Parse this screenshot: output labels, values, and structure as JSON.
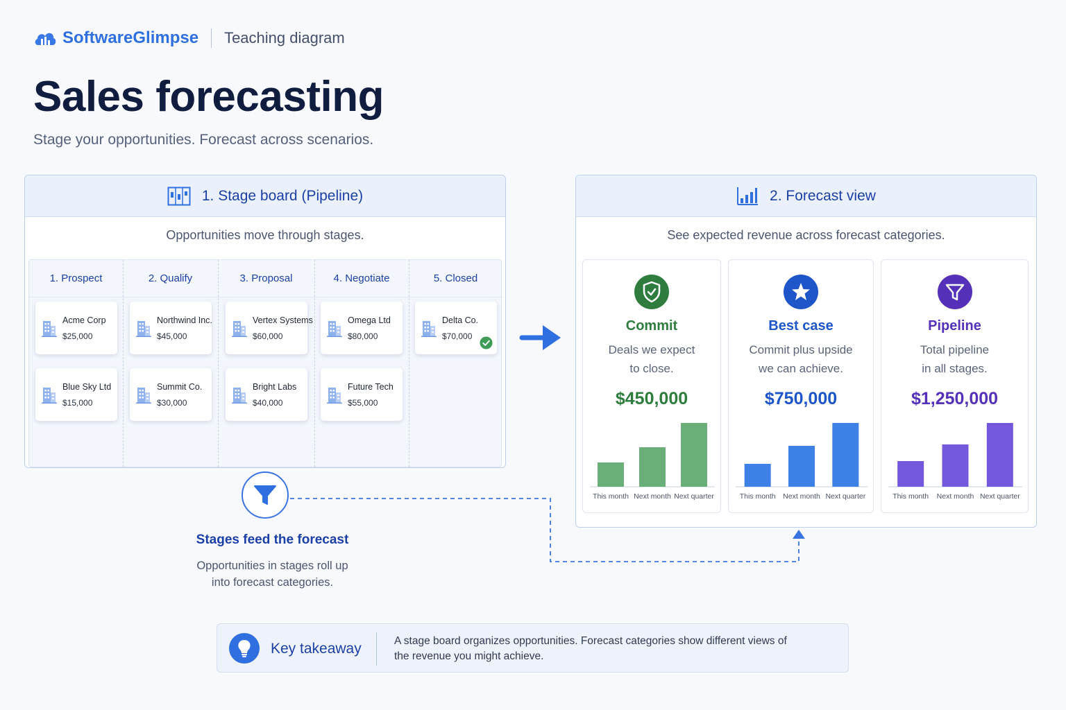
{
  "header": {
    "brand": "SoftwareGlimpse",
    "tag": "Teaching diagram",
    "title": "Sales forecasting",
    "subtitle": "Stage your opportunities. Forecast across scenarios."
  },
  "stage_board": {
    "title": "1. Stage board (Pipeline)",
    "description": "Opportunities move through stages.",
    "icon": "kanban-board-icon",
    "columns": [
      {
        "label": "1. Prospect",
        "cards": [
          {
            "name": "Acme Corp",
            "amount": "$25,000"
          },
          {
            "name": "Blue Sky Ltd",
            "amount": "$15,000"
          }
        ]
      },
      {
        "label": "2. Qualify",
        "cards": [
          {
            "name": "Northwind Inc.",
            "amount": "$45,000"
          },
          {
            "name": "Summit Co.",
            "amount": "$30,000"
          }
        ]
      },
      {
        "label": "3. Proposal",
        "cards": [
          {
            "name": "Vertex Systems",
            "amount": "$60,000"
          },
          {
            "name": "Bright Labs",
            "amount": "$40,000"
          }
        ]
      },
      {
        "label": "4. Negotiate",
        "cards": [
          {
            "name": "Omega Ltd",
            "amount": "$80,000"
          },
          {
            "name": "Future Tech",
            "amount": "$55,000"
          }
        ]
      },
      {
        "label": "5. Closed",
        "cards": [
          {
            "name": "Delta Co.",
            "amount": "$70,000",
            "won": true
          }
        ]
      }
    ]
  },
  "forecast": {
    "title": "2. Forecast view",
    "description": "See expected revenue across forecast categories.",
    "icon": "bar-chart-icon",
    "categories": [
      {
        "name": "Commit",
        "desc_line1": "Deals we expect",
        "desc_line2": "to close.",
        "value": "$450,000",
        "color": "#2e7d3e",
        "bar_color": "#6aaf78",
        "icon": "shield-check-icon"
      },
      {
        "name": "Best case",
        "desc_line1": "Commit plus upside",
        "desc_line2": "we can achieve.",
        "value": "$750,000",
        "color": "#1e55c9",
        "bar_color": "#3d80e6",
        "icon": "star-icon"
      },
      {
        "name": "Pipeline",
        "desc_line1": "Total pipeline",
        "desc_line2": "in all stages.",
        "value": "$1,250,000",
        "color": "#5431b8",
        "bar_color": "#7358dd",
        "icon": "funnel-icon"
      }
    ]
  },
  "chart_data": [
    {
      "type": "bar",
      "categories": [
        "This month",
        "Next month",
        "Next quarter"
      ],
      "values": [
        0.38,
        0.62,
        1.0
      ],
      "title": "Commit"
    },
    {
      "type": "bar",
      "categories": [
        "This month",
        "Next month",
        "Next quarter"
      ],
      "values": [
        0.36,
        0.64,
        1.0
      ],
      "title": "Best case"
    },
    {
      "type": "bar",
      "categories": [
        "This month",
        "Next month",
        "Next quarter"
      ],
      "values": [
        0.4,
        0.66,
        1.0
      ],
      "title": "Pipeline"
    }
  ],
  "feed": {
    "title": "Stages feed the forecast",
    "line1": "Opportunities in stages roll up",
    "line2": "into forecast categories."
  },
  "takeaway": {
    "label": "Key takeaway",
    "text": "A stage board organizes opportunities. Forecast categories show different views of the revenue you might achieve."
  }
}
